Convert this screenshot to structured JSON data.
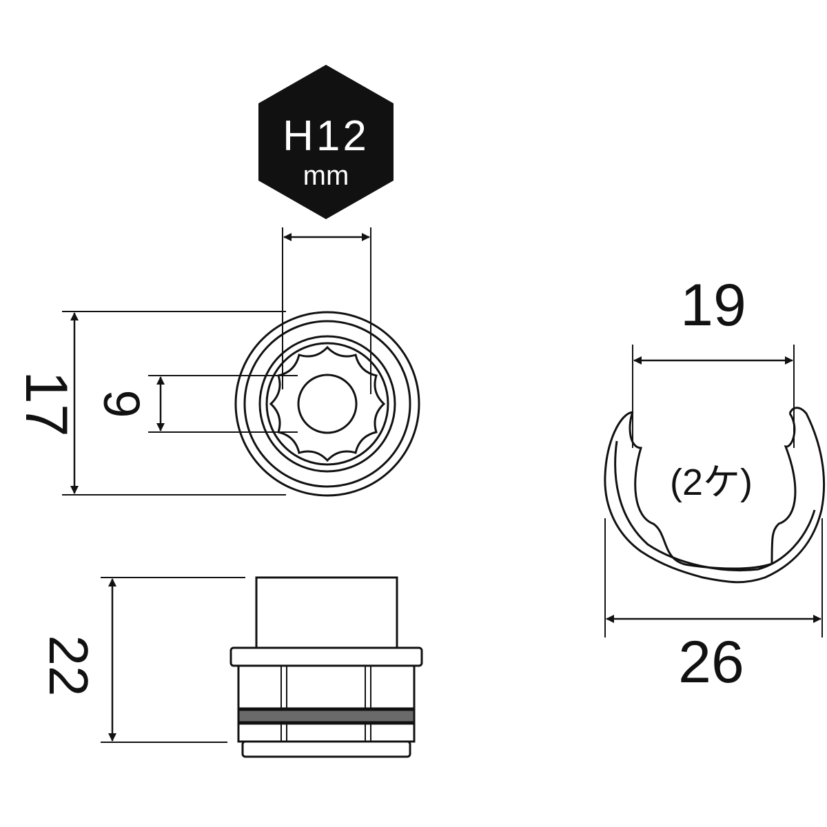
{
  "badge": {
    "label": "H12",
    "unit": "mm",
    "shape": "hexagon",
    "background": "#111111",
    "text_color": "#ffffff"
  },
  "socket_front_view": {
    "outer_height": "17",
    "inner_bore": "9",
    "hex_width_marker": "H12"
  },
  "socket_side_view": {
    "height": "22",
    "o_ring_color": "#6a6a6a"
  },
  "clip_view": {
    "inner_width": "19",
    "outer_width": "26",
    "quantity_note": "(2ケ)"
  }
}
